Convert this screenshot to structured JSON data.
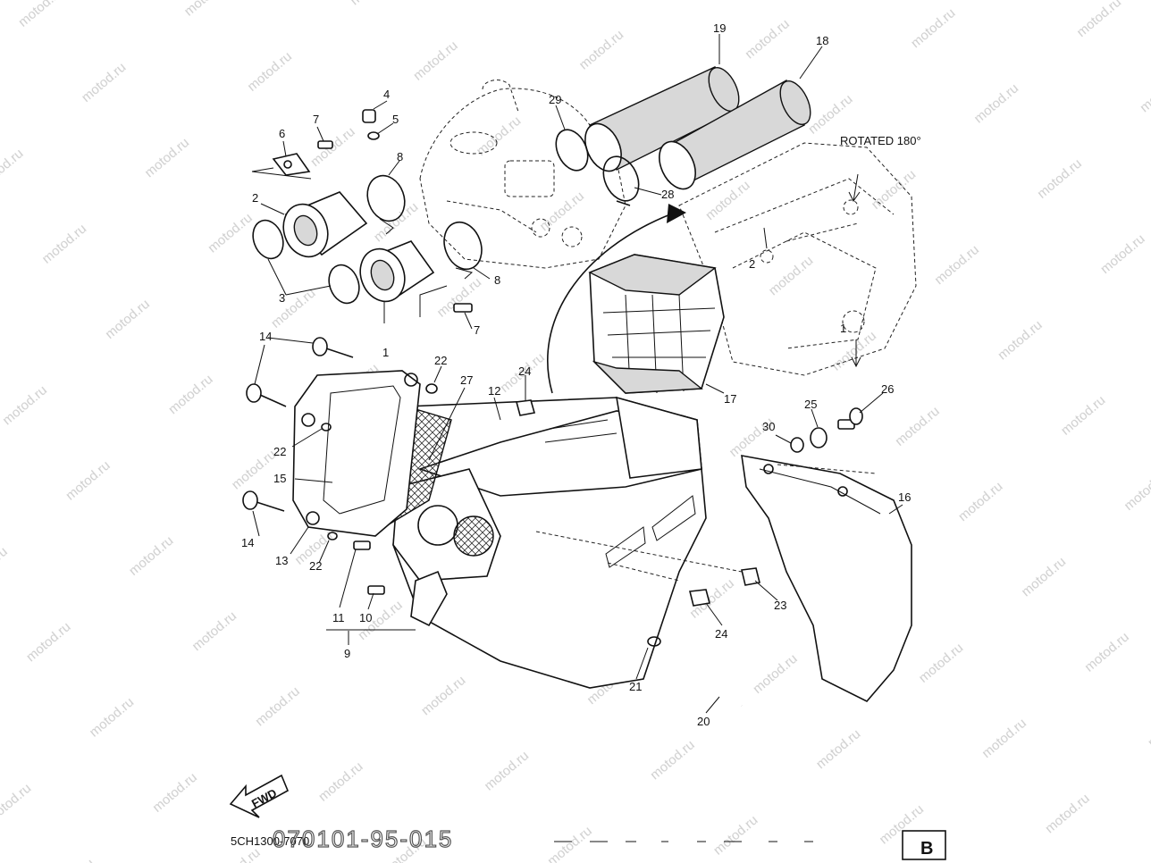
{
  "diagram": {
    "rotated_note": "ROTATED 180°",
    "fwd_label": "FWD",
    "footer_code": "5CH1300-7070",
    "footer_number": "070101-95-015",
    "section_letter": "B",
    "watermark_text": "motod.ru",
    "callouts": [
      "1",
      "2",
      "3",
      "4",
      "5",
      "6",
      "7",
      "7",
      "8",
      "8",
      "9",
      "10",
      "11",
      "12",
      "13",
      "14",
      "14",
      "15",
      "16",
      "17",
      "18",
      "19",
      "20",
      "21",
      "22",
      "22",
      "22",
      "23",
      "24",
      "24",
      "25",
      "26",
      "27",
      "28",
      "29",
      "30",
      "2",
      "1"
    ]
  }
}
